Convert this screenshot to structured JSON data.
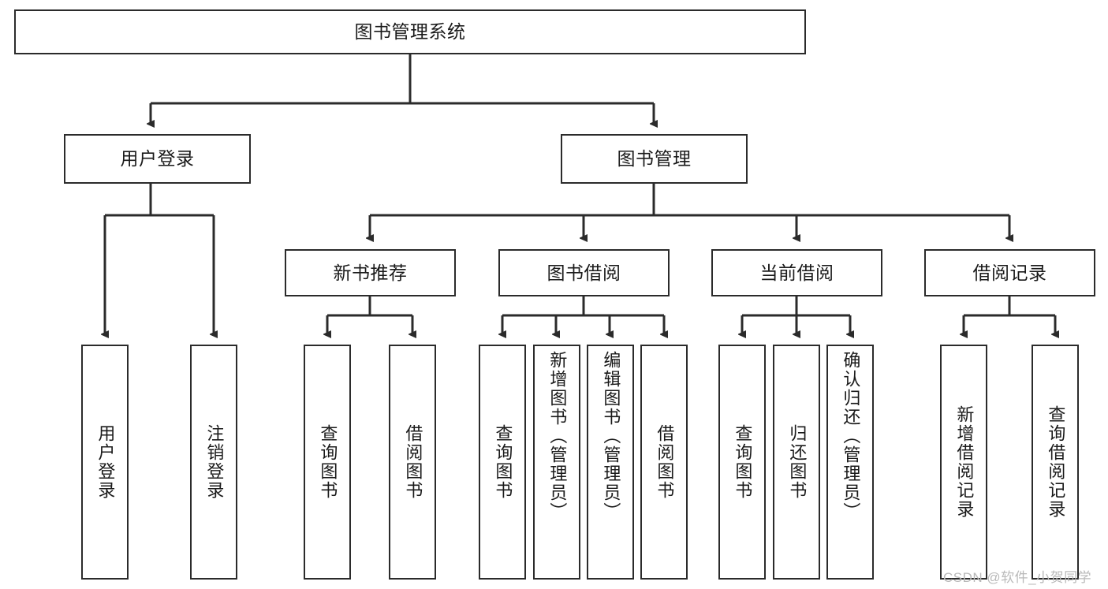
{
  "diagram": {
    "title": "图书管理系统",
    "type": "hierarchy-tree",
    "watermark": "CSDN @软件_小贺同学",
    "colors": {
      "stroke": "#2b2b2b",
      "fill": "#ffffff",
      "text": "#1a1a1a",
      "watermark": "#b9b9b9"
    },
    "nodes": {
      "root": {
        "label": "图书管理系统"
      },
      "level2": [
        {
          "label": "用户登录"
        },
        {
          "label": "图书管理"
        }
      ],
      "level3": [
        {
          "label": "新书推荐"
        },
        {
          "label": "图书借阅"
        },
        {
          "label": "当前借阅"
        },
        {
          "label": "借阅记录"
        }
      ],
      "leaves": {
        "user_login": [
          {
            "label": "用户登录"
          },
          {
            "label": "注销登录"
          }
        ],
        "new_book_recommend": [
          {
            "label": "查询图书"
          },
          {
            "label": "借阅图书"
          }
        ],
        "book_borrow": [
          {
            "label": "查询图书"
          },
          {
            "label": "新增图书（管理员）"
          },
          {
            "label": "编辑图书（管理员）"
          },
          {
            "label": "借阅图书"
          }
        ],
        "current_borrow": [
          {
            "label": "查询图书"
          },
          {
            "label": "归还图书"
          },
          {
            "label": "确认归还（管理员）"
          }
        ],
        "borrow_record": [
          {
            "label": "新增借阅记录"
          },
          {
            "label": "查询借阅记录"
          }
        ]
      }
    }
  }
}
